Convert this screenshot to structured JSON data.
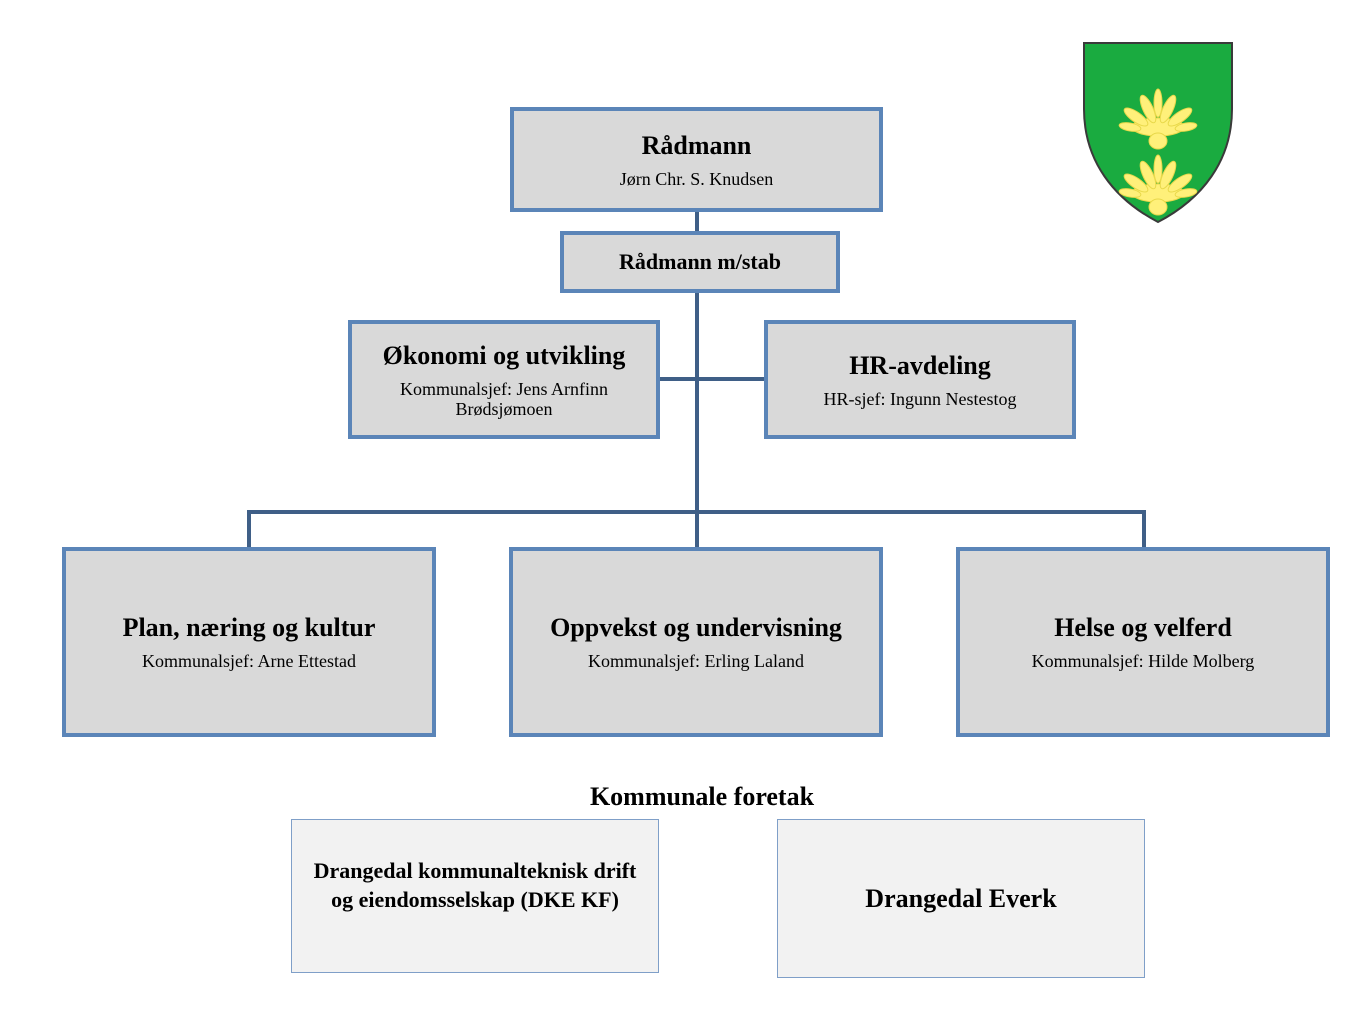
{
  "top": {
    "title": "Rådmann",
    "name": "Jørn Chr. S. Knudsen"
  },
  "stab": {
    "title": "Rådmann m/stab"
  },
  "okonomi": {
    "title": "Økonomi og utvikling",
    "line1": "Kommunalsjef: Jens Arnfinn",
    "line2": "Brødsjømoen"
  },
  "hr": {
    "title": "HR-avdeling",
    "name": "HR-sjef: Ingunn Nestestog"
  },
  "units": [
    {
      "title": "Plan, næring og kultur",
      "name": "Kommunalsjef: Arne Ettestad"
    },
    {
      "title": "Oppvekst og undervisning",
      "name": "Kommunalsjef: Erling Laland"
    },
    {
      "title": "Helse og velferd",
      "name": "Kommunalsjef: Hilde Molberg"
    }
  ],
  "foretak": {
    "heading": "Kommunale foretak",
    "dke": {
      "line1": "Drangedal kommunalteknisk drift",
      "line2": "og eiendomsselskap (DKE KF)"
    },
    "everk": {
      "title": "Drangedal Everk"
    }
  },
  "colors": {
    "box_fill": "#d9d9d9",
    "box_border": "#5b85b8",
    "connector": "#3f5f87",
    "shield_green": "#1aab40",
    "shield_outline": "#3a3a3a",
    "flower_yellow": "#fff07a"
  },
  "icons": {
    "coat_of_arms": "drangedal-coat-of-arms-icon"
  }
}
